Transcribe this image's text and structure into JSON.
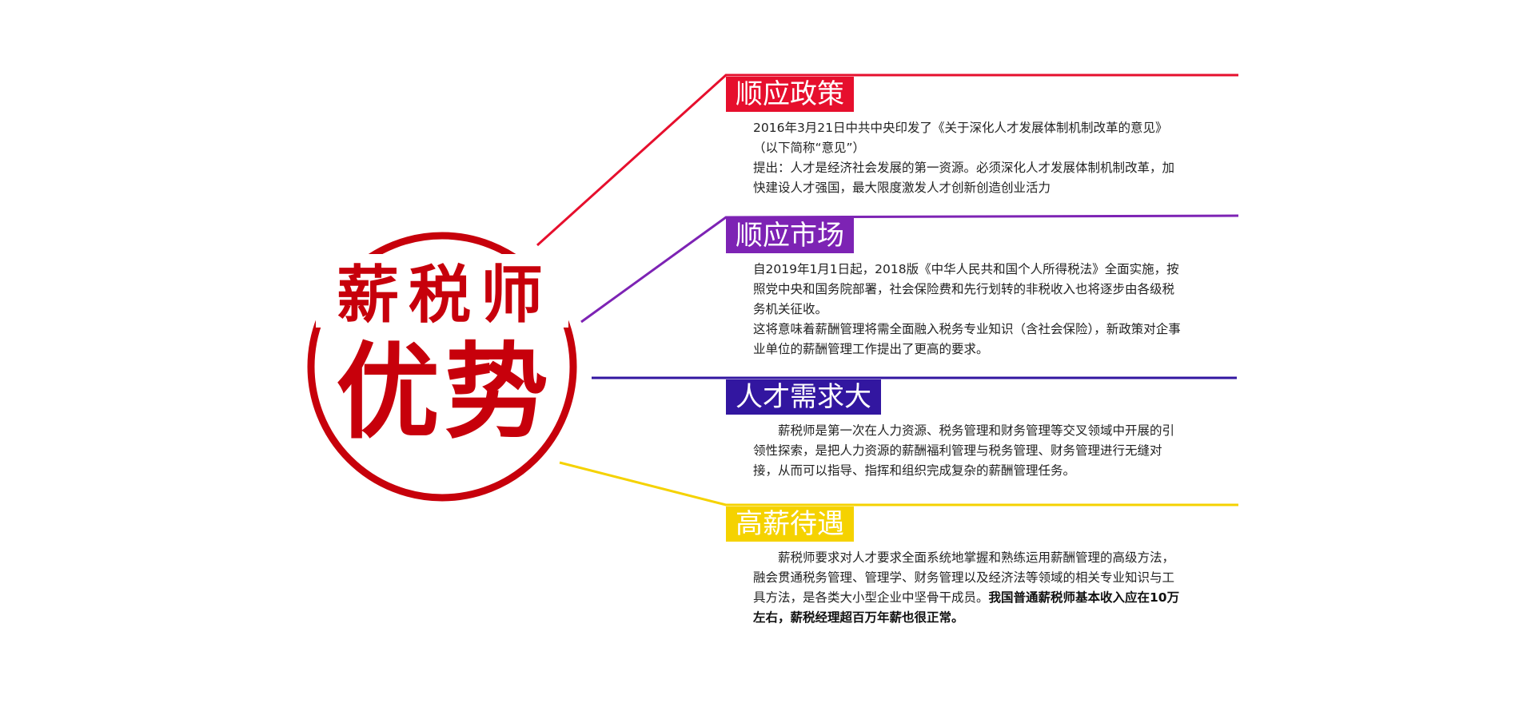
{
  "emblem": {
    "line1": "薪税师",
    "line2": "优势",
    "color": "#c7000b"
  },
  "sections": [
    {
      "title": "顺应政策",
      "color": "#e60f2d",
      "paragraphs": [
        "2016年3月21日中共中央印发了《关于深化人才发展体制机制改革的意见》（以下简称“意见”）",
        "提出：人才是经济社会发展的第一资源。必须深化人才发展体制机制改革，加快建设人才强国，最大限度激发人才创新创造创业活力"
      ]
    },
    {
      "title": "顺应市场",
      "color": "#7d23b4",
      "paragraphs": [
        "自2019年1月1日起，2018版《中华人民共和国个人所得税法》全面实施，按照党中央和国务院部署，社会保险费和先行划转的非税收入也将逐步由各级税务机关征收。",
        "这将意味着薪酬管理将需全面融入税务专业知识（含社会保险），新政策对企事业单位的薪酬管理工作提出了更高的要求。"
      ]
    },
    {
      "title": "人才需求大",
      "color": "#3216a0",
      "paragraphs": [
        "薪税师是第一次在人力资源、税务管理和财务管理等交叉领域中开展的引领性探索，是把人力资源的薪酬福利管理与税务管理、财务管理进行无缝对接，从而可以指导、指挥和组织完成复杂的薪酬管理任务。"
      ]
    },
    {
      "title": "高薪待遇",
      "color": "#f5d200",
      "paragraphs": [
        "薪税师要求对人才要求全面系统地掌握和熟练运用薪酬管理的高级方法，融会贯通税务管理、管理学、财务管理以及经济法等领域的相关专业知识与工具方法，是各类大小型企业中坚骨干成员。"
      ],
      "highlight": "我国普通薪税师基本收入应在10万左右，薪税经理超百万年薪也很正常。"
    }
  ]
}
